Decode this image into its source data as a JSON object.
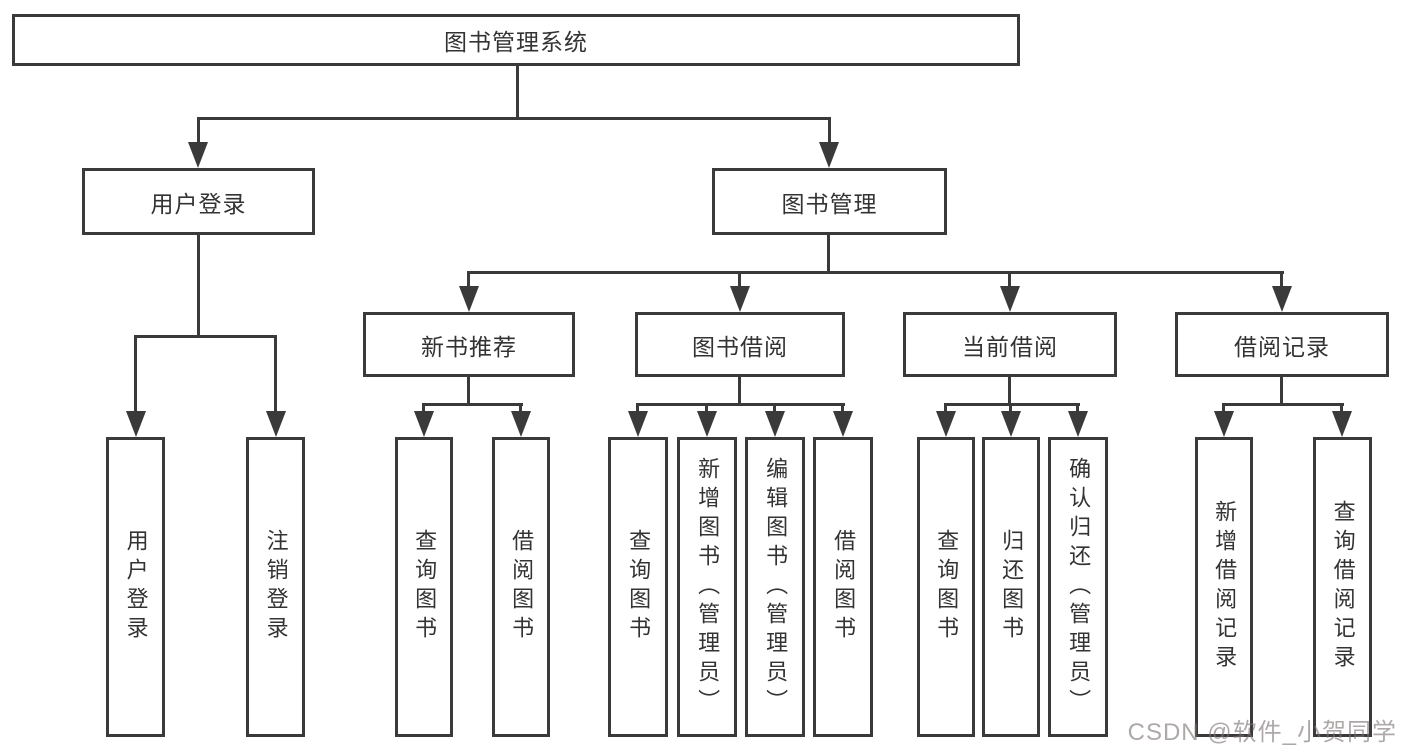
{
  "tree": {
    "root": {
      "label": "图书管理系统"
    },
    "children": [
      {
        "label": "用户登录",
        "children": [
          {
            "label": "用户登录"
          },
          {
            "label": "注销登录"
          }
        ]
      },
      {
        "label": "图书管理",
        "children": [
          {
            "label": "新书推荐",
            "children": [
              {
                "label": "查询图书"
              },
              {
                "label": "借阅图书"
              }
            ]
          },
          {
            "label": "图书借阅",
            "children": [
              {
                "label": "查询图书"
              },
              {
                "label": "新增图书（管理员）"
              },
              {
                "label": "编辑图书（管理员）"
              },
              {
                "label": "借阅图书"
              }
            ]
          },
          {
            "label": "当前借阅",
            "children": [
              {
                "label": "查询图书"
              },
              {
                "label": "归还图书"
              },
              {
                "label": "确认归还（管理员）"
              }
            ]
          },
          {
            "label": "借阅记录",
            "children": [
              {
                "label": "新增借阅记录"
              },
              {
                "label": "查询借阅记录"
              }
            ]
          }
        ]
      }
    ]
  },
  "watermark": {
    "text": "CSDN @软件_小贺同学"
  },
  "colors": {
    "line": "#3a3a3a",
    "text": "#333333",
    "background": "#ffffff",
    "watermark": "#7d7373"
  }
}
